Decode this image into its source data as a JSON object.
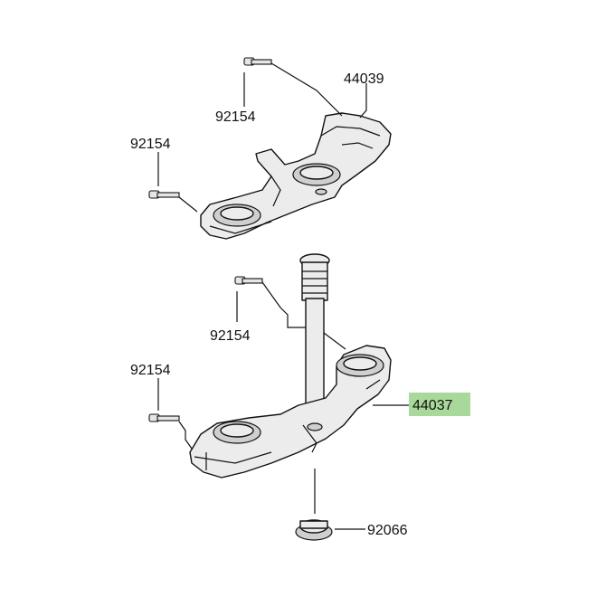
{
  "callouts": {
    "upper_clamp": "44039",
    "upper_bolt_a": "92154",
    "upper_bolt_b": "92154",
    "lower_bolt_a": "92154",
    "lower_bolt_b": "92154",
    "lower_clamp": "44037",
    "cap": "92066"
  },
  "colors": {
    "highlight": "#a8d89a",
    "ink": "#111111"
  }
}
